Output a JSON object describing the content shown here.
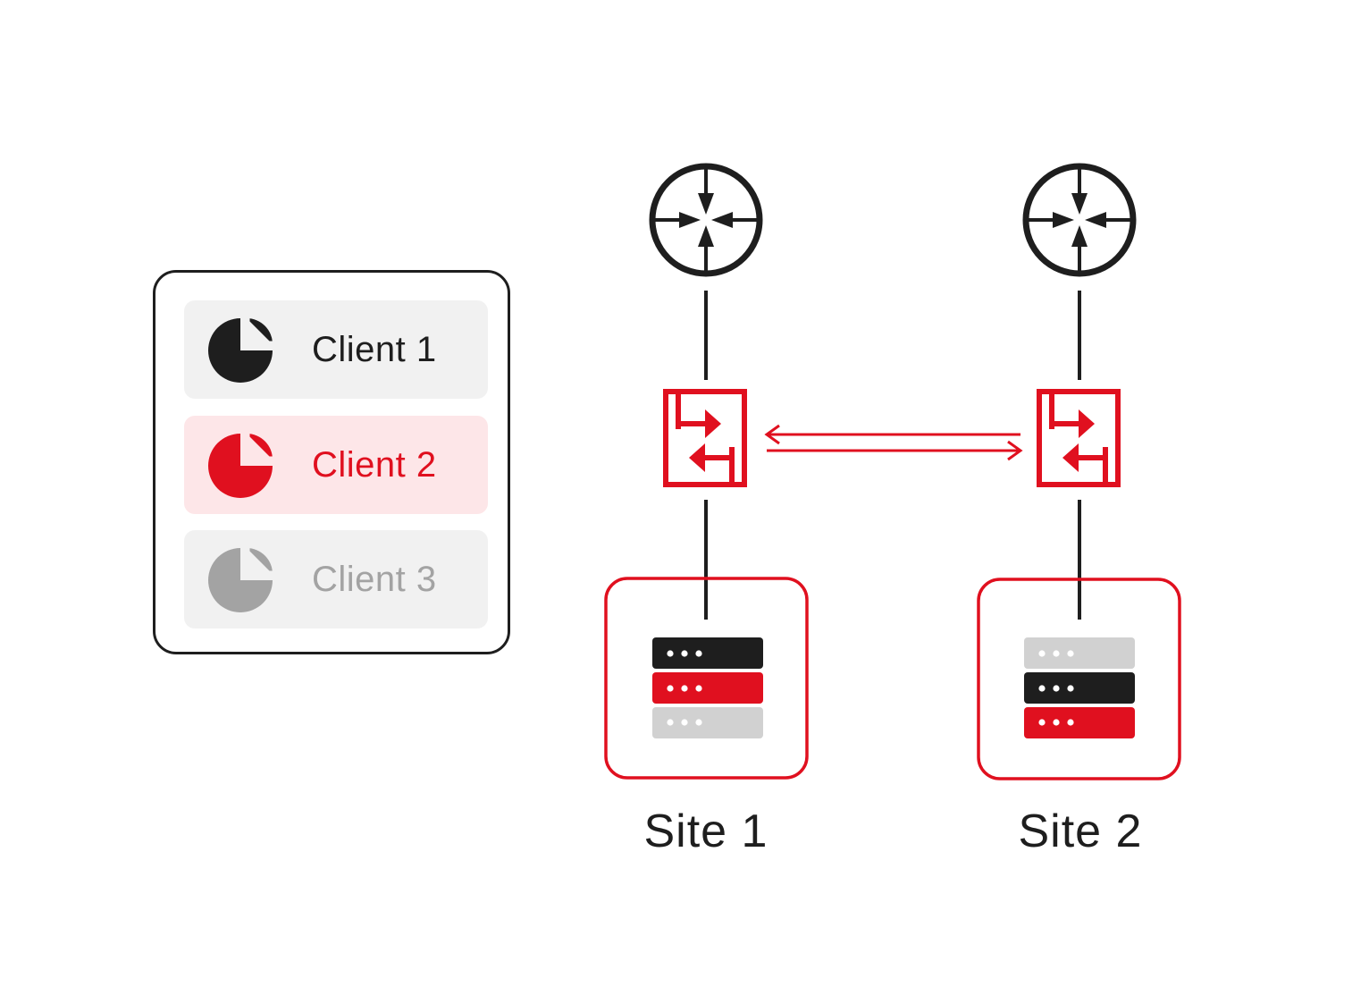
{
  "clients": [
    {
      "label": "Client 1",
      "state": "default",
      "icon": "pie-chart-icon",
      "color": "#1e1e1e"
    },
    {
      "label": "Client 2",
      "state": "selected",
      "icon": "pie-chart-icon",
      "color": "#e0101f"
    },
    {
      "label": "Client 3",
      "state": "disabled",
      "icon": "pie-chart-icon",
      "color": "#a3a3a3"
    }
  ],
  "sites": [
    {
      "label": "Site 1",
      "router_icon": "router-icon",
      "switch_icon": "switch-icon",
      "server_icon": "server-stack-icon"
    },
    {
      "label": "Site 2",
      "router_icon": "router-icon",
      "switch_icon": "switch-icon",
      "server_icon": "server-stack-icon"
    }
  ],
  "link": {
    "icon": "bidirectional-arrow-icon"
  },
  "colors": {
    "accent": "#e0101f",
    "dark": "#1e1e1e",
    "muted": "#a3a3a3",
    "server_light": "#d1d1d1",
    "selected_bg": "#fde6e8",
    "row_bg": "#f1f1f1"
  }
}
